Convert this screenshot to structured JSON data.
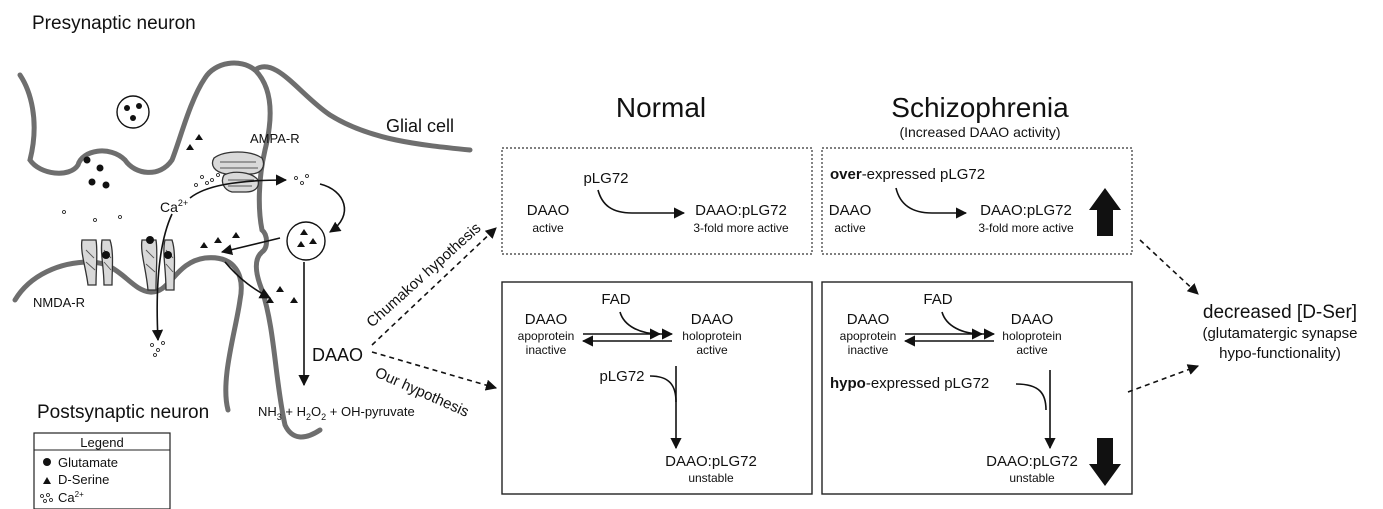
{
  "labels": {
    "presynaptic": "Presynaptic neuron",
    "postsynaptic": "Postsynaptic neuron",
    "glial": "Glial cell",
    "ampa": "AMPA-R",
    "nmda": "NMDA-R",
    "ca": "Ca",
    "ca_sup": "2+",
    "daao_center": "DAAO",
    "products": {
      "nh": "NH",
      "nh_sub": "3",
      "plus1": " + H",
      "h_sub": "2",
      "o": "O",
      "o_sub": "2",
      "rest": " + OH-pyruvate"
    },
    "chumakov": "Chumakov hypothesis",
    "our": "Our hypothesis"
  },
  "legend": {
    "title": "Legend",
    "items": [
      {
        "symbol": "circle",
        "label": "Glutamate"
      },
      {
        "symbol": "triangle",
        "label": "D-Serine"
      },
      {
        "symbol": "dots",
        "label": "Ca",
        "sup": "2+"
      }
    ]
  },
  "normal": {
    "heading": "Normal",
    "chumakov_box": {
      "plg72": "pLG72",
      "daao": "DAAO",
      "daao_sub": "active",
      "complex": "DAAO:pLG72",
      "complex_sub": "3-fold more active"
    },
    "our_box": {
      "fad": "FAD",
      "apo": "DAAO",
      "apo_sub1": "apoprotein",
      "apo_sub2": "inactive",
      "holo": "DAAO",
      "holo_sub1": "holoprotein",
      "holo_sub2": "active",
      "plg72": "pLG72",
      "complex": "DAAO:pLG72",
      "complex_sub": "unstable"
    }
  },
  "schizophrenia": {
    "heading": "Schizophrenia",
    "subheading": "(Increased DAAO activity)",
    "chumakov_box": {
      "plg72_bold": "over",
      "plg72_rest": "-expressed pLG72",
      "daao": "DAAO",
      "daao_sub": "active",
      "complex": "DAAO:pLG72",
      "complex_sub": "3-fold more active"
    },
    "our_box": {
      "fad": "FAD",
      "apo": "DAAO",
      "apo_sub1": "apoprotein",
      "apo_sub2": "inactive",
      "holo": "DAAO",
      "holo_sub1": "holoprotein",
      "holo_sub2": "active",
      "plg72_bold": "hypo",
      "plg72_rest": "-expressed pLG72",
      "complex": "DAAO:pLG72",
      "complex_sub": "unstable"
    }
  },
  "outcome": {
    "title": "decreased [D-Ser]",
    "line1": "(glutamatergic synapse",
    "line2": "hypo-functionality)"
  }
}
